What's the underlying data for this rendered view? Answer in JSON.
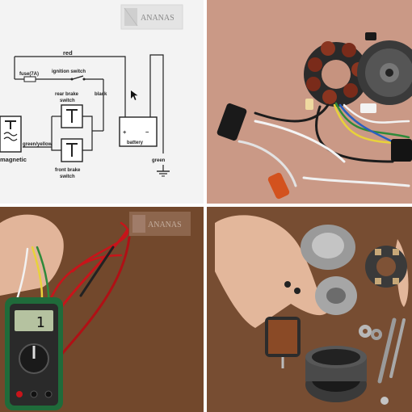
{
  "watermark": {
    "brand": "ANANAS"
  },
  "diagram": {
    "wire_red": "red",
    "fuse": "fuse(7A)",
    "ignition_switch": "ignition switch",
    "rear_brake_switch_line1": "rear brake",
    "rear_brake_switch_line2": "switch",
    "wire_black": "black",
    "battery": "battery",
    "battery_plus": "+",
    "battery_minus": "−",
    "wire_green_yellow": "green/yellow",
    "magnetic": "magnetic",
    "front_brake_switch_line1": "front brake",
    "front_brake_switch_line2": "switch",
    "wire_green": "green"
  },
  "multimeter": {
    "display": "1"
  },
  "colors": {
    "board_bg": "#f1f1f1",
    "table_pink": "#c79684",
    "table_wood": "#7a4e31",
    "probe_red": "#c8141a",
    "meter_green": "#1f6b3a"
  }
}
